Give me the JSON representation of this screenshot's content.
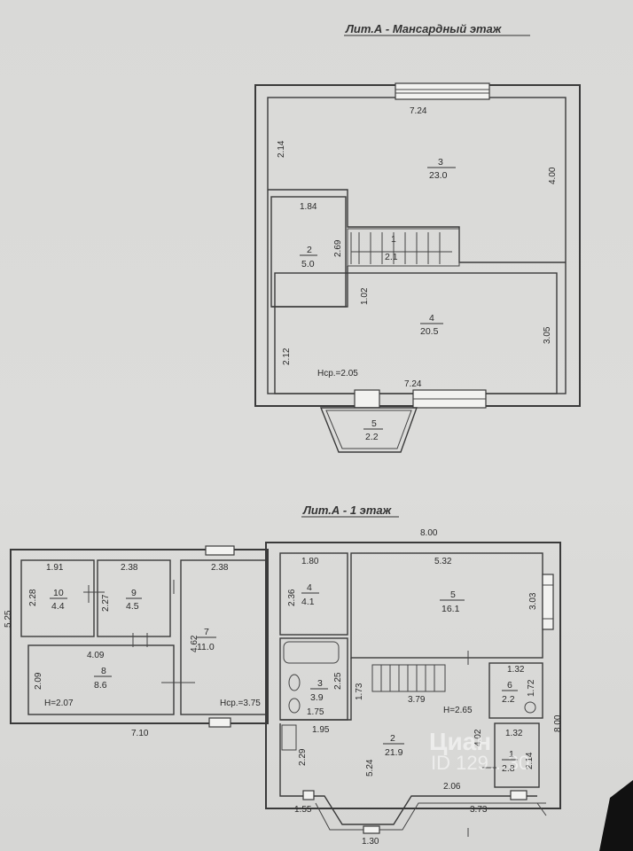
{
  "attic": {
    "title": "Лит.А - Мансардный этаж",
    "rooms": [
      {
        "num": "3",
        "area": "23.0"
      },
      {
        "num": "2",
        "area": "5.0"
      },
      {
        "num": "1",
        "area": "2.1"
      },
      {
        "num": "4",
        "area": "20.5"
      },
      {
        "num": "5",
        "area": "2.2"
      }
    ],
    "dims": [
      "7.24",
      "2.14",
      "4.00",
      "1.84",
      "2.69",
      "1.02",
      "2.12",
      "3.05",
      "7.24"
    ],
    "height": "Нср.=2.05"
  },
  "floor1": {
    "title": "Лит.А - 1 этаж",
    "rooms": [
      {
        "num": "10",
        "area": "4.4"
      },
      {
        "num": "9",
        "area": "4.5"
      },
      {
        "num": "7",
        "area": "11.0"
      },
      {
        "num": "8",
        "area": "8.6"
      },
      {
        "num": "4",
        "area": "4.1"
      },
      {
        "num": "5",
        "area": "16.1"
      },
      {
        "num": "3",
        "area": "3.9"
      },
      {
        "num": "6",
        "area": "2.2"
      },
      {
        "num": "2",
        "area": "21.9"
      },
      {
        "num": "1",
        "area": "2.8"
      }
    ],
    "dims": [
      "8.00",
      "1.91",
      "2.38",
      "2.38",
      "1.80",
      "5.32",
      "5.25",
      "2.28",
      "2.27",
      "4.62",
      "2.36",
      "3.03",
      "4.09",
      "2.09",
      "7.10",
      "2.25",
      "1.73",
      "3.79",
      "1.32",
      "1.72",
      "8.00",
      "1.75",
      "1.95",
      "4.02",
      "1.32",
      "2.29",
      "5.24",
      "2.14",
      "2.06",
      "1.55",
      "3.73",
      "1.30"
    ],
    "heights": [
      "Н=2.07",
      "Нср.=3.75",
      "Н=2.65"
    ]
  },
  "watermark": {
    "brand": "Циан",
    "id": "ID 129…30"
  }
}
